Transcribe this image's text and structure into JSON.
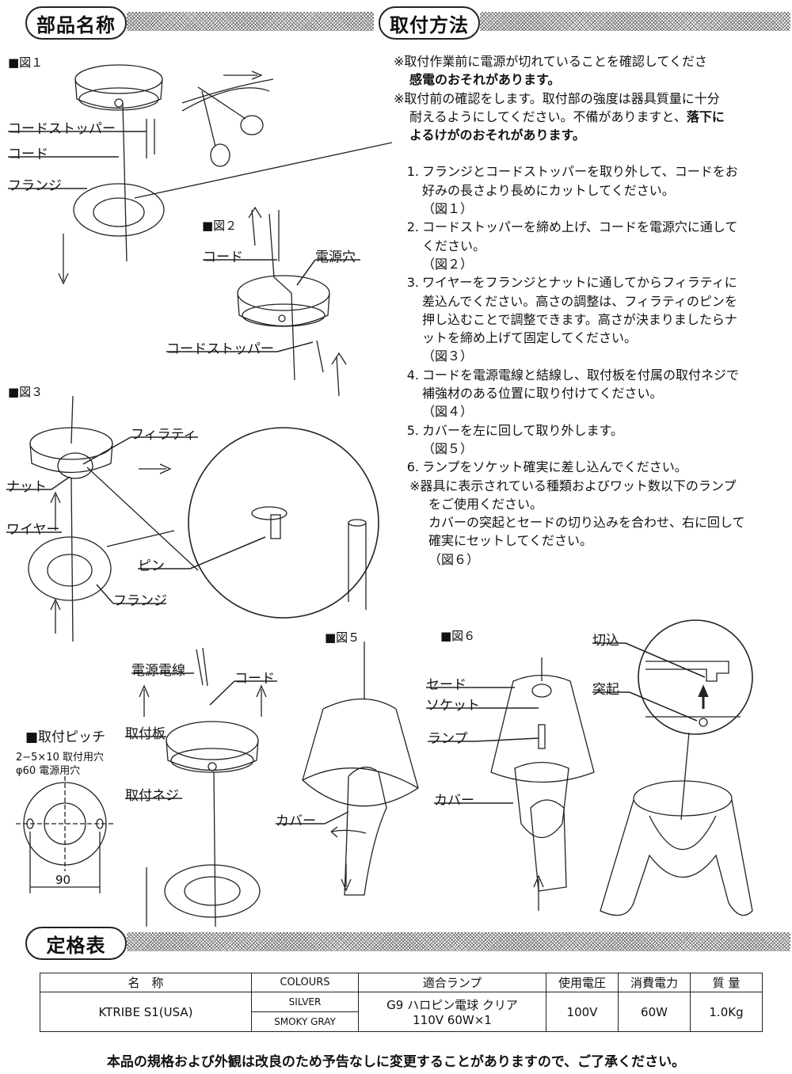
{
  "sections": {
    "parts_name": "部品名称",
    "install_method": "取付方法",
    "spec_table": "定格表"
  },
  "figures": {
    "fig1": "■図１",
    "fig2": "■図２",
    "fig3": "■図３",
    "fig5": "■図５",
    "fig6": "■図６",
    "pitch": "■取付ピッチ"
  },
  "labels": {
    "cord_stopper_1": "コードストッパー",
    "cord_1": "コード",
    "flange_1": "フランジ",
    "cord_2": "コード",
    "power_hole": "電源穴",
    "cord_stopper_2": "コードストッパー",
    "firatee": "フィラティ",
    "nut": "ナット",
    "wire": "ワイヤー",
    "pin": "ピン",
    "flange_3": "フランジ",
    "power_line": "電源電線",
    "cord_4": "コード",
    "mount_plate": "取付板",
    "mount_screw": "取付ネジ",
    "cover_5": "カバー",
    "shade": "セード",
    "socket": "ソケット",
    "lamp": "ランプ",
    "cover_6": "カバー",
    "notch": "切込",
    "protrusion": "突起",
    "pitch_line1": "2−5×10 取付用穴",
    "pitch_line2": "φ60 電源用穴",
    "pitch_dim": "90"
  },
  "instructions": {
    "note1a": "※取付作業前に電源が切れていることを確認してくださ",
    "note1b": "感電のおそれがあります。",
    "note2a": "※取付前の確認をします。取付部の強度は器具質量に十分",
    "note2b_plain": "耐えるようにしてください。不備がありますと、",
    "note2b_bold": "落下に",
    "note2c": "よるけがのおそれがあります。",
    "steps": [
      {
        "n": "1.",
        "lines": [
          "フランジとコードストッパーを取り外して、コードをお",
          "好みの長さより長めにカットしてください。"
        ],
        "fig": "（図１）"
      },
      {
        "n": "2.",
        "lines": [
          "コードストッパーを締め上げ、コードを電源穴に通して",
          "ください。"
        ],
        "fig": "（図２）"
      },
      {
        "n": "3.",
        "lines": [
          "ワイヤーをフランジとナットに通してからフィラティに",
          "差込んでください。高さの調整は、フィラティのピンを",
          "押し込むことで調整できます。高さが決まりましたらナ",
          "ットを締め上げて固定してください。"
        ],
        "fig": "（図３）"
      },
      {
        "n": "4.",
        "lines": [
          "コードを電源電線と結線し、取付板を付属の取付ネジで",
          "補強材のある位置に取り付けてください。"
        ],
        "fig": "（図４）"
      },
      {
        "n": "5.",
        "lines": [
          "カバーを左に回して取り外します。"
        ],
        "fig": "（図５）"
      },
      {
        "n": "6.",
        "lines": [
          "ランプをソケット確実に差し込んでください。"
        ],
        "fig": ""
      }
    ],
    "note3": "※器具に表示されている種類およびワット数以下のランプ",
    "note3_lines": [
      "をご使用ください。",
      "カバーの突起とセードの切り込みを合わせ、右に回して",
      "確実にセットしてください。"
    ],
    "note3_fig": "（図６）"
  },
  "table": {
    "headers": [
      "名　称",
      "COLOURS",
      "適合ランプ",
      "使用電圧",
      "消費電力",
      "質 量"
    ],
    "name": "KTRIBE S1(USA)",
    "colours": [
      "SILVER",
      "SMOKY GRAY"
    ],
    "lamp_line1": "G9 ハロピン電球 クリア",
    "lamp_line2": "110V 60W×1",
    "voltage": "100V",
    "power": "60W",
    "weight": "1.0Kg"
  },
  "footer": "本品の規格および外観は改良のため予告なしに変更することがありますので、ご了承ください。"
}
